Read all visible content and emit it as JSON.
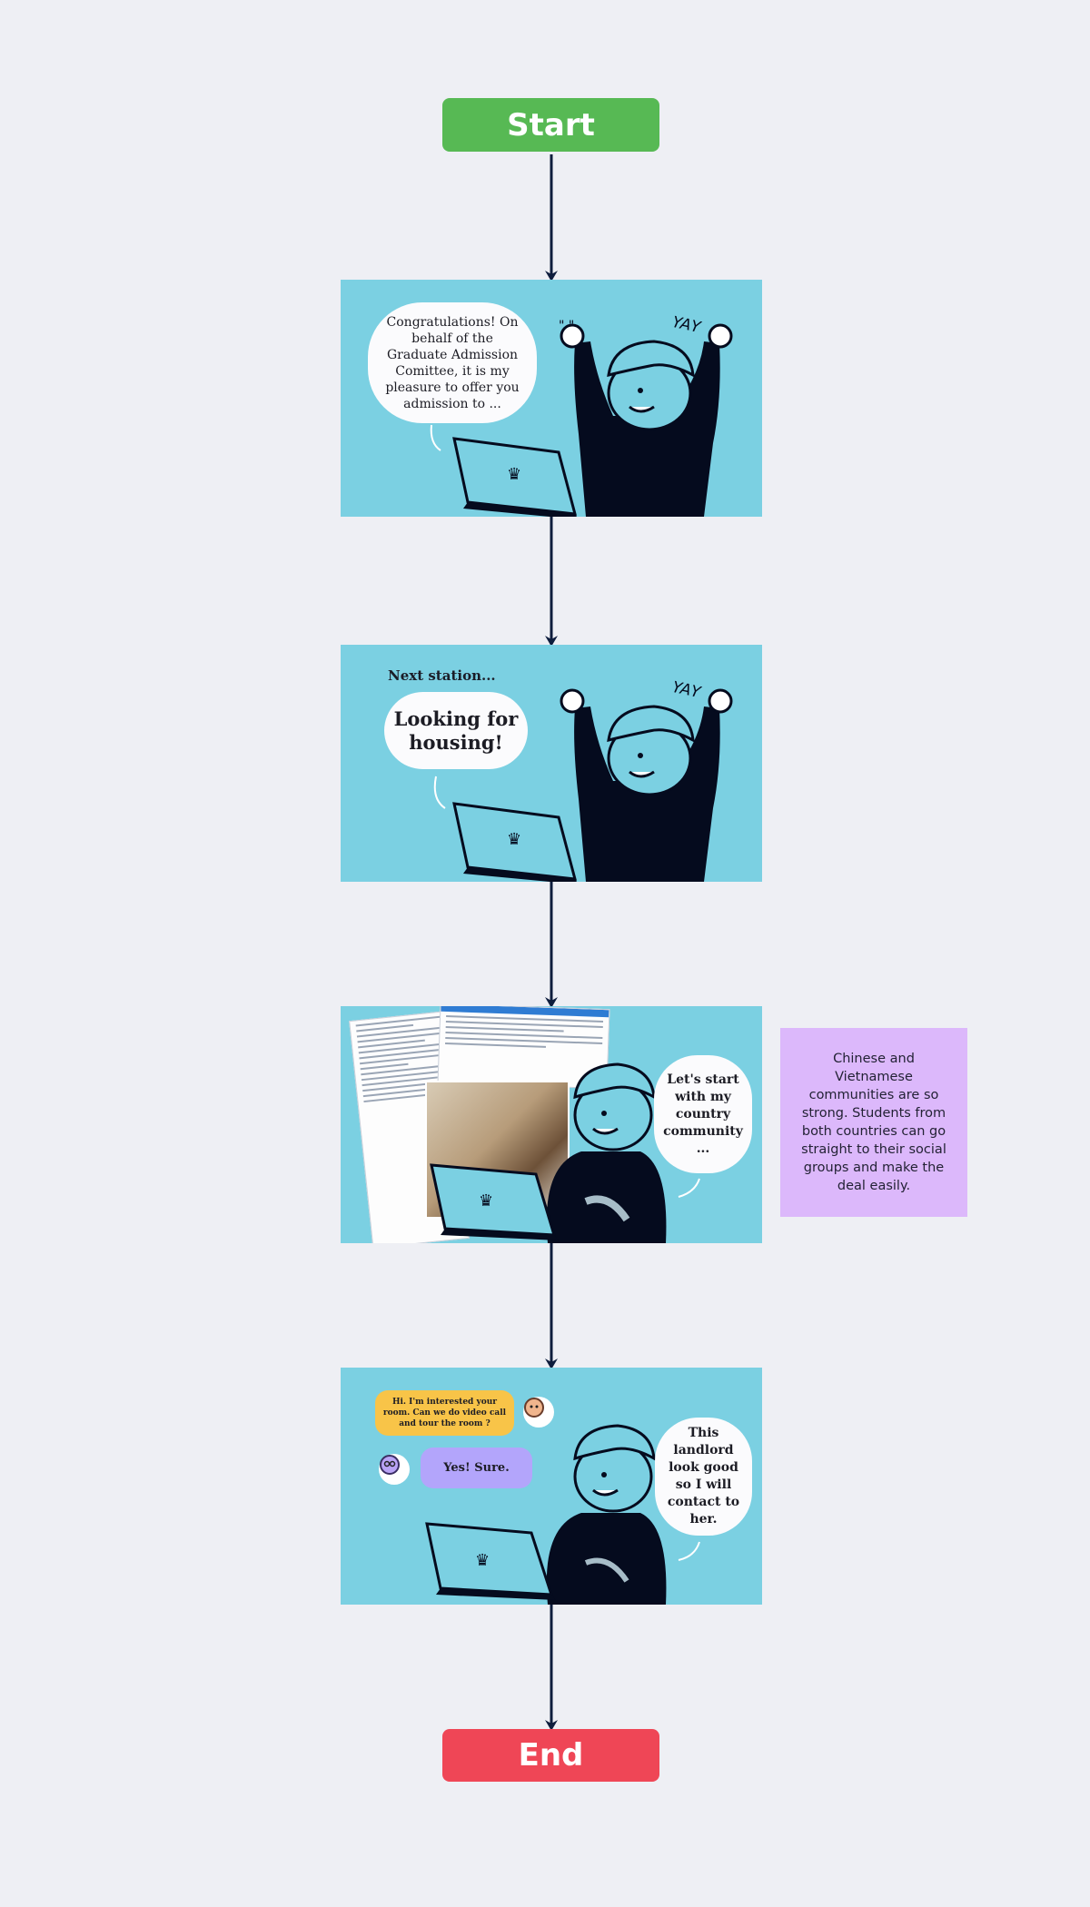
{
  "flow": {
    "start_label": "Start",
    "end_label": "End"
  },
  "panel1": {
    "speech": "Congratulations! On behalf of the Graduate Admission Comittee, it is my pleasure to offer you admission to ...",
    "yay": "YAY"
  },
  "panel2": {
    "caption": "Next station...",
    "speech": "Looking for housing!",
    "yay": "YAY"
  },
  "panel3": {
    "speech": "Let's start with my country community ..."
  },
  "panel4": {
    "chat_message_1": "Hi. I'm interested your room. Can we do video call and tour the room ?",
    "chat_message_2": "Yes! Sure.",
    "speech": "This landlord look good so I will contact to her."
  },
  "note": {
    "text": "Chinese and Vietnamese communities are so strong. Students from both countries can go straight to their social groups and make the deal easily."
  },
  "colors": {
    "start": "#57b954",
    "end": "#ef4656",
    "panel": "#7bd0e2",
    "note": "#dcb8fb",
    "arrow": "#0e1d3d",
    "figure": "#050b1e"
  }
}
